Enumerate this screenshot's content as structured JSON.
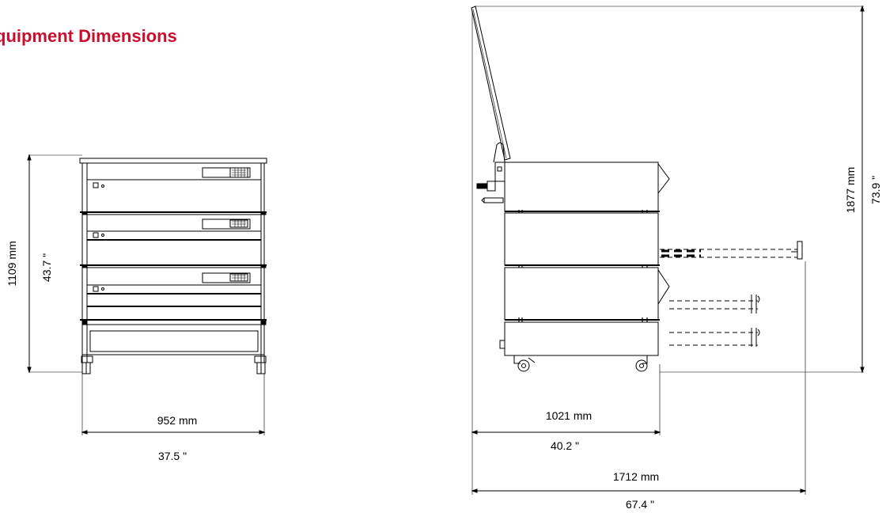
{
  "page": {
    "title": "quipment Dimensions"
  },
  "front_view": {
    "height_mm": "1109 mm",
    "height_in": "43.7 \"",
    "width_mm": "952 mm",
    "width_in": "37.5 \""
  },
  "side_view": {
    "height_mm": "1877 mm",
    "height_in": "73.9 \"",
    "depth_mm": "1021 mm",
    "depth_in": "40.2 \"",
    "extended_mm": "1712 mm",
    "extended_in": "67.4 \""
  }
}
